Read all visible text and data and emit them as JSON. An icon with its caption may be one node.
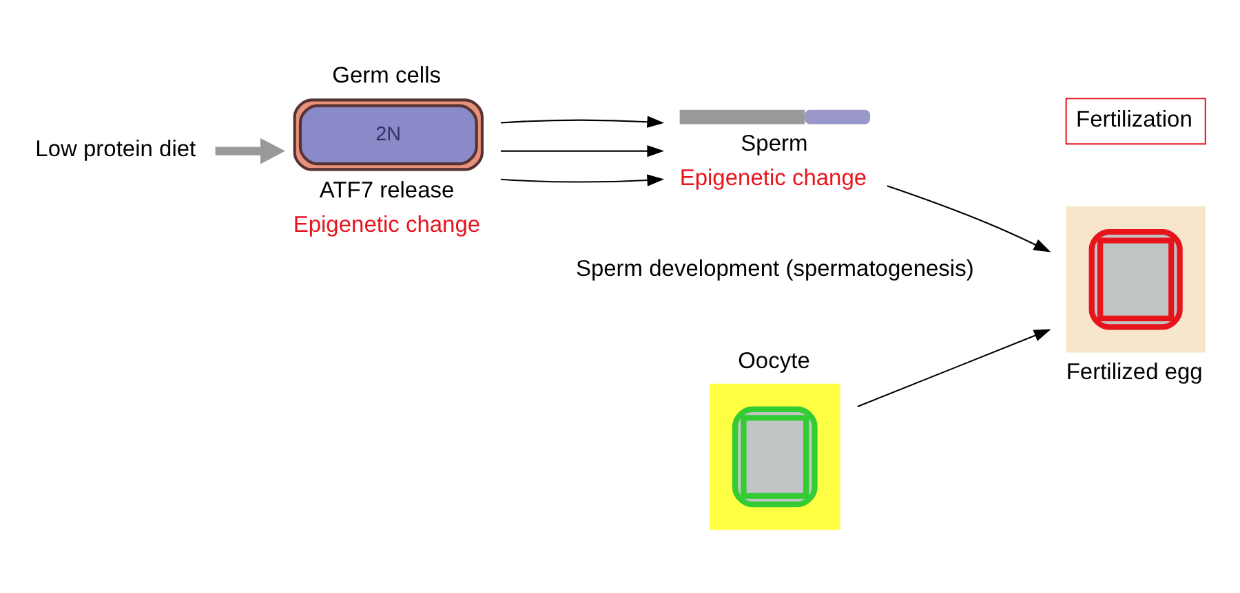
{
  "diagram": {
    "nodes": [
      {
        "text": [
          "Low protein diet"
        ]
      },
      {
        "text": [
          "Germ cells",
          "2N"
        ],
        "beside": [
          "ATF7 release",
          "Epigenetic change"
        ]
      },
      {
        "text": [
          "Oocyte"
        ]
      },
      {
        "text": [
          "Sperm"
        ],
        "beside": [
          "Epigenetic change"
        ]
      },
      {
        "text": [
          "Fertilization"
        ]
      },
      {
        "text": [
          "Fertilized egg"
        ]
      }
    ],
    "edges": [
      {
        "from": 0,
        "to": 1,
        "arrow": "to",
        "style": "thick",
        "color": "#999999"
      },
      {
        "from": 1,
        "to": 3,
        "arrow": "to"
      },
      {
        "from": 1,
        "to": 3,
        "arrow": "to"
      },
      {
        "from": 1,
        "to": 3,
        "arrow": "to"
      },
      {
        "from": 2,
        "to": 5,
        "arrow": "to"
      },
      {
        "from": 3,
        "to": 5,
        "arrow": "to"
      }
    ],
    "labels": [
      "Sperm development (spermatogenesis)"
    ]
  }
}
